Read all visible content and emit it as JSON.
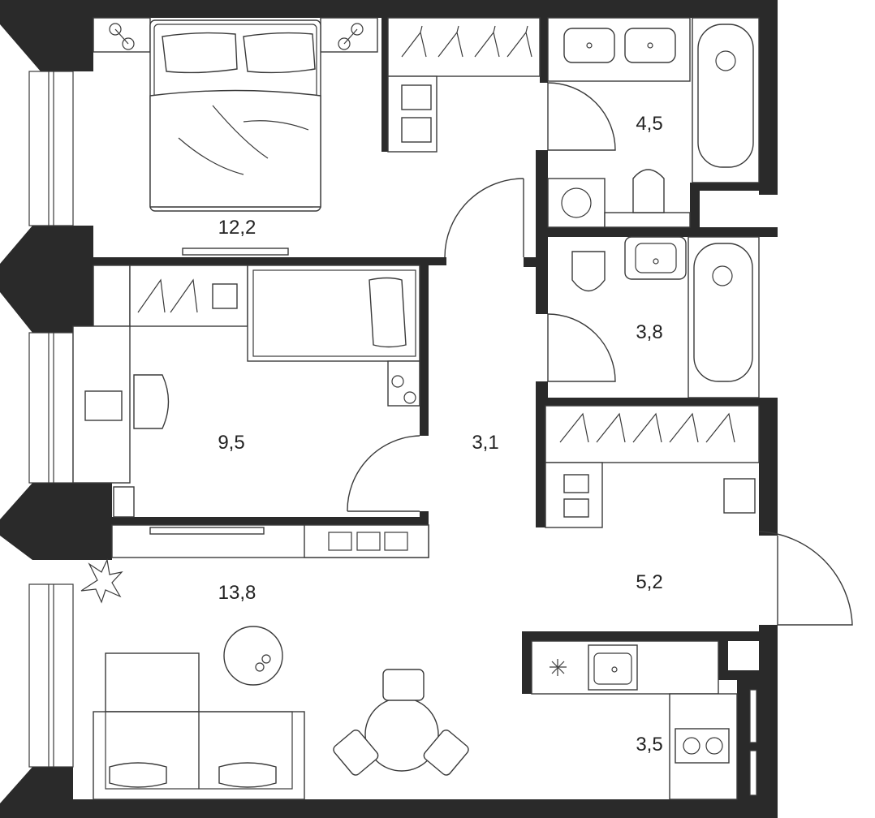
{
  "rooms": [
    {
      "id": "bedroom-main",
      "area": "12,2"
    },
    {
      "id": "wc-top",
      "area": "4,5"
    },
    {
      "id": "bathroom-mid",
      "area": "3,8"
    },
    {
      "id": "bedroom-second",
      "area": "9,5"
    },
    {
      "id": "hallway",
      "area": "3,1"
    },
    {
      "id": "living-room",
      "area": "13,8"
    },
    {
      "id": "entrance-hall",
      "area": "5,2"
    },
    {
      "id": "kitchen",
      "area": "3,5"
    }
  ],
  "colors": {
    "wall": "#2a2a2a",
    "line": "#3a3a3a",
    "background": "#ffffff"
  }
}
